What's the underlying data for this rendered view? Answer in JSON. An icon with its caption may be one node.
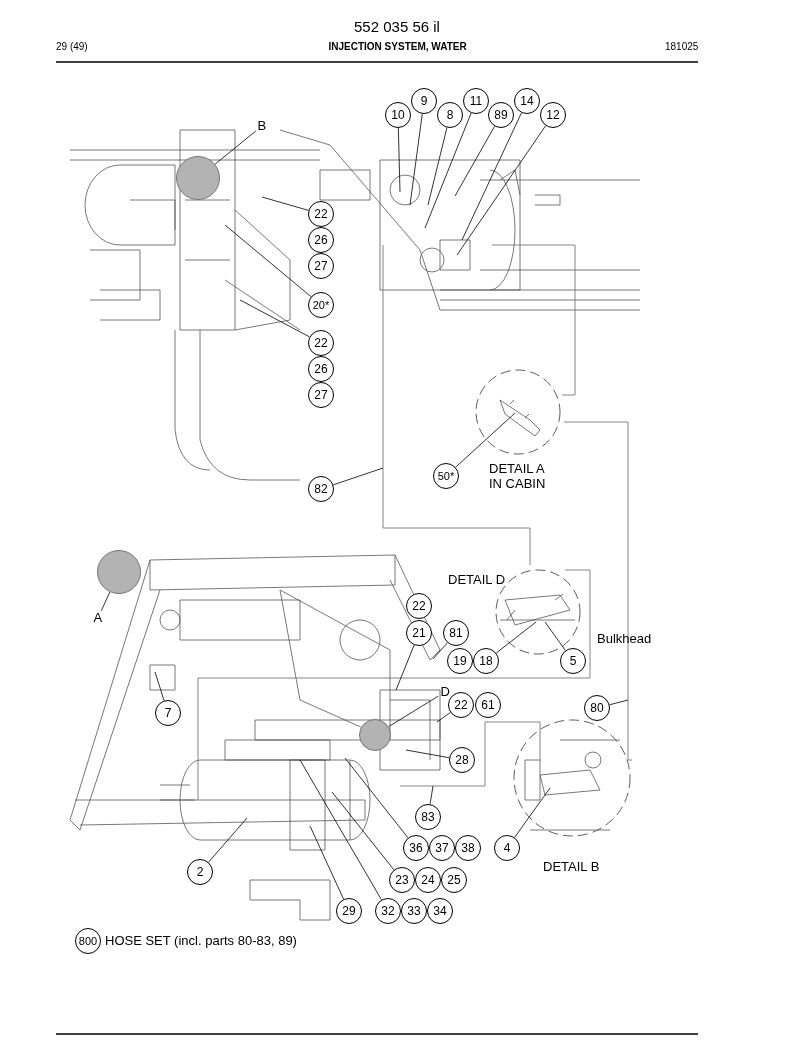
{
  "diagram": {
    "title": "INJECTION SYSTEM, WATER",
    "nodes": [
      {
        "text": [
          "10"
        ]
      },
      {
        "text": [
          "9"
        ]
      },
      {
        "text": [
          "8"
        ]
      },
      {
        "text": [
          "11"
        ]
      },
      {
        "text": [
          "89"
        ]
      },
      {
        "text": [
          "14"
        ]
      },
      {
        "text": [
          "12"
        ]
      },
      {
        "text": [
          "B"
        ]
      },
      {
        "text": [],
        "shape": "circle"
      },
      {
        "text": [
          "22"
        ]
      },
      {
        "text": [
          "26"
        ]
      },
      {
        "text": [
          "27"
        ]
      },
      {
        "text": [
          "20*"
        ]
      },
      {
        "text": [
          "22"
        ]
      },
      {
        "text": [
          "26"
        ]
      },
      {
        "text": [
          "27"
        ]
      },
      {
        "text": [
          "50*"
        ]
      },
      {
        "text": [
          "82"
        ]
      },
      {
        "text": [],
        "shape": "circle"
      },
      {
        "text": [
          "A"
        ]
      },
      {
        "text": [
          "22"
        ]
      },
      {
        "text": [
          "21"
        ]
      },
      {
        "text": [
          "81"
        ]
      },
      {
        "text": [
          "19"
        ]
      },
      {
        "text": [
          "18"
        ]
      },
      {
        "text": [
          "5"
        ]
      },
      {
        "text": [
          "D"
        ]
      },
      {
        "text": [],
        "shape": "circle"
      },
      {
        "text": [
          "22"
        ]
      },
      {
        "text": [
          "61"
        ]
      },
      {
        "text": [
          "80"
        ]
      },
      {
        "text": [
          "7"
        ]
      },
      {
        "text": [
          "28"
        ]
      },
      {
        "text": [
          "83"
        ]
      },
      {
        "text": [
          "36"
        ]
      },
      {
        "text": [
          "37"
        ]
      },
      {
        "text": [
          "38"
        ]
      },
      {
        "text": [
          "4"
        ]
      },
      {
        "text": [
          "2"
        ]
      },
      {
        "text": [
          "23"
        ]
      },
      {
        "text": [
          "24"
        ]
      },
      {
        "text": [
          "25"
        ]
      },
      {
        "text": [
          "29"
        ]
      },
      {
        "text": [
          "32"
        ]
      },
      {
        "text": [
          "33"
        ]
      },
      {
        "text": [
          "34"
        ]
      },
      {
        "text": [
          "800"
        ],
        "beside": [
          "HOSE SET (incl. parts 80-83, 89)"
        ]
      }
    ],
    "edges": [
      {
        "from": 0,
        "to": null,
        "arrow": "none"
      },
      {
        "from": 1,
        "to": null,
        "arrow": "none"
      },
      {
        "from": 2,
        "to": null,
        "arrow": "none"
      },
      {
        "from": 3,
        "to": null,
        "arrow": "none"
      },
      {
        "from": 4,
        "to": null,
        "arrow": "none"
      },
      {
        "from": 5,
        "to": null,
        "arrow": "none"
      },
      {
        "from": 6,
        "to": null,
        "arrow": "none"
      },
      {
        "from": 7,
        "to": 8,
        "arrow": "none"
      },
      {
        "from": 9,
        "to": null,
        "arrow": "none"
      },
      {
        "from": 12,
        "to": null,
        "arrow": "none"
      },
      {
        "from": 13,
        "to": null,
        "arrow": "none"
      },
      {
        "from": 16,
        "to": null,
        "arrow": "none"
      },
      {
        "from": 17,
        "to": null,
        "arrow": "none"
      },
      {
        "from": 19,
        "to": 18,
        "arrow": "none"
      },
      {
        "from": 21,
        "to": null,
        "arrow": "none"
      },
      {
        "from": 22,
        "to": null,
        "arrow": "none"
      },
      {
        "from": 24,
        "to": null,
        "arrow": "none"
      },
      {
        "from": 25,
        "to": null,
        "arrow": "none"
      },
      {
        "from": 26,
        "to": 27,
        "arrow": "none"
      },
      {
        "from": 28,
        "to": null,
        "arrow": "none"
      },
      {
        "from": 30,
        "to": null,
        "arrow": "none"
      },
      {
        "from": 31,
        "to": null,
        "arrow": "none"
      },
      {
        "from": 32,
        "to": null,
        "arrow": "none"
      },
      {
        "from": 33,
        "to": null,
        "arrow": "none"
      },
      {
        "from": 34,
        "to": null,
        "arrow": "none"
      },
      {
        "from": 37,
        "to": null,
        "arrow": "none"
      },
      {
        "from": 38,
        "to": null,
        "arrow": "none"
      },
      {
        "from": 39,
        "to": null,
        "arrow": "none"
      },
      {
        "from": 42,
        "to": null,
        "arrow": "none"
      },
      {
        "from": 43,
        "to": null,
        "arrow": "none"
      }
    ],
    "labels": [
      "552 035 56 il",
      "29 (49)",
      "181025",
      "DETAIL A IN CABIN",
      "DETAIL D",
      "Bulkhead",
      "DETAIL B"
    ]
  }
}
